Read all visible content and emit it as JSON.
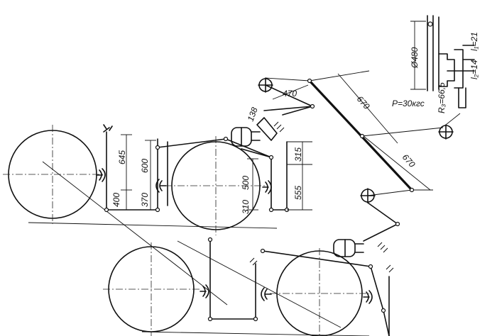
{
  "labels": {
    "d480": "Ø480",
    "l1": "l₁=21",
    "l2": "l₂=14",
    "r3": "R₃=66,5",
    "p": "P=30кгс",
    "d470": "470",
    "d138": "138",
    "d670a": "670",
    "d670b": "670",
    "d645": "645",
    "d600": "600",
    "d400": "400",
    "d370": "370",
    "d500": "500",
    "d310": "310",
    "d315": "315",
    "d555": "555"
  }
}
